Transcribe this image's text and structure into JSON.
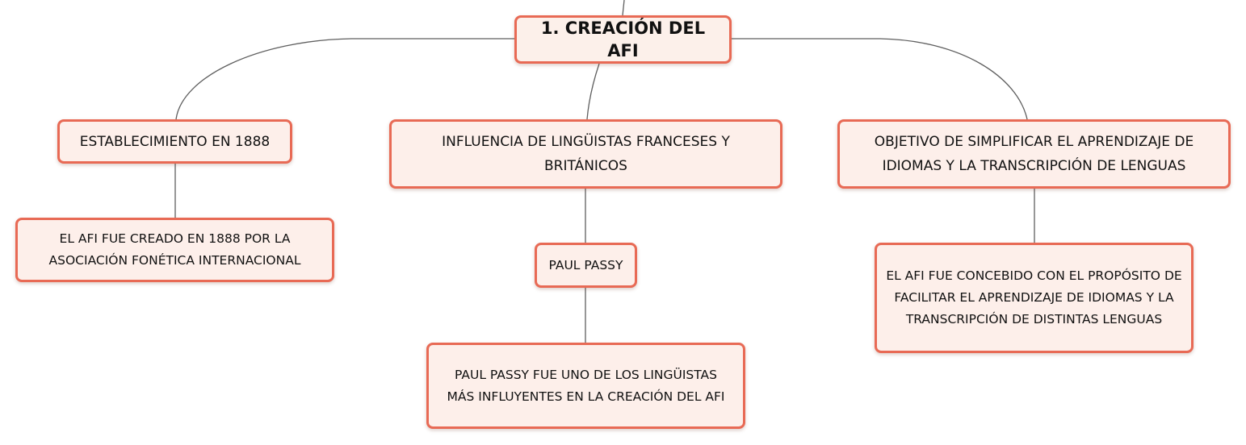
{
  "diagram": {
    "root": {
      "label": "1. CREACIÓN DEL AFI"
    },
    "branches": [
      {
        "label": "ESTABLECIMIENTO EN 1888",
        "children": [
          {
            "label": "EL AFI FUE CREADO EN 1888 POR LA ASOCIACIÓN FONÉTICA INTERNACIONAL"
          }
        ]
      },
      {
        "label": "INFLUENCIA DE LINGÜISTAS FRANCESES Y BRITÁNICOS",
        "children": [
          {
            "label": "PAUL PASSY",
            "children": [
              {
                "label": "PAUL PASSY FUE UNO DE LOS LINGÜISTAS MÁS INFLUYENTES EN LA CREACIÓN DEL AFI"
              }
            ]
          }
        ]
      },
      {
        "label": "OBJETIVO DE SIMPLIFICAR EL APRENDIZAJE DE IDIOMAS Y LA TRANSCRIPCIÓN DE LENGUAS",
        "children": [
          {
            "label": "EL AFI FUE CONCEBIDO CON EL PROPÓSITO DE FACILITAR EL APRENDIZAJE DE IDIOMAS Y LA TRANSCRIPCIÓN DE DISTINTAS LENGUAS"
          }
        ]
      }
    ]
  },
  "colors": {
    "node_border": "#e86a55",
    "node_fill": "#fdefea",
    "connector": "#5f5f5f"
  }
}
